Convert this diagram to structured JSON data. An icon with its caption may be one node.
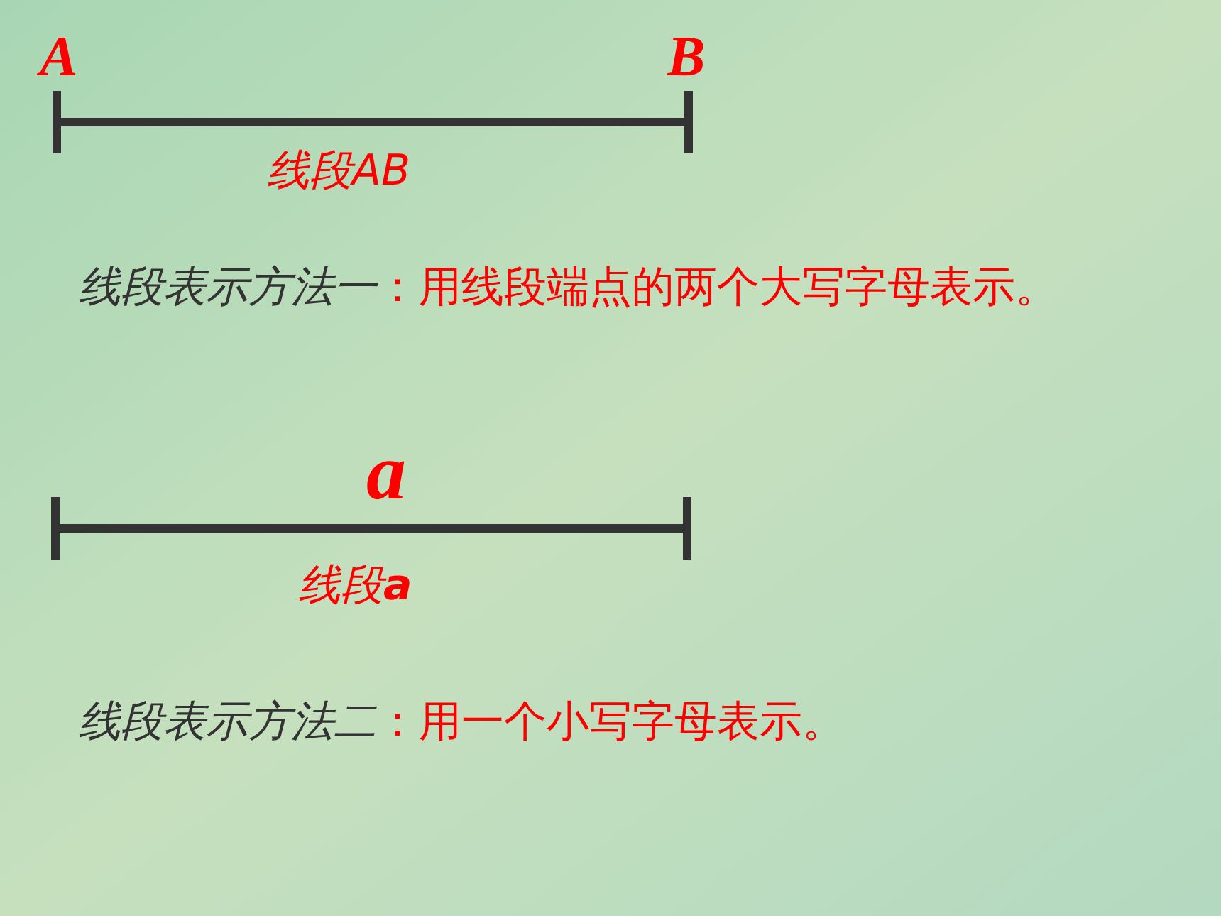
{
  "diagram": {
    "labels": [
      "A",
      "B",
      "线段AB",
      "*线段表示方法一*：用线段端点的两个大写字母表示。",
      "a",
      "线段**a**",
      "*线段表示方法二*：用一个小写字母表示。"
    ]
  }
}
